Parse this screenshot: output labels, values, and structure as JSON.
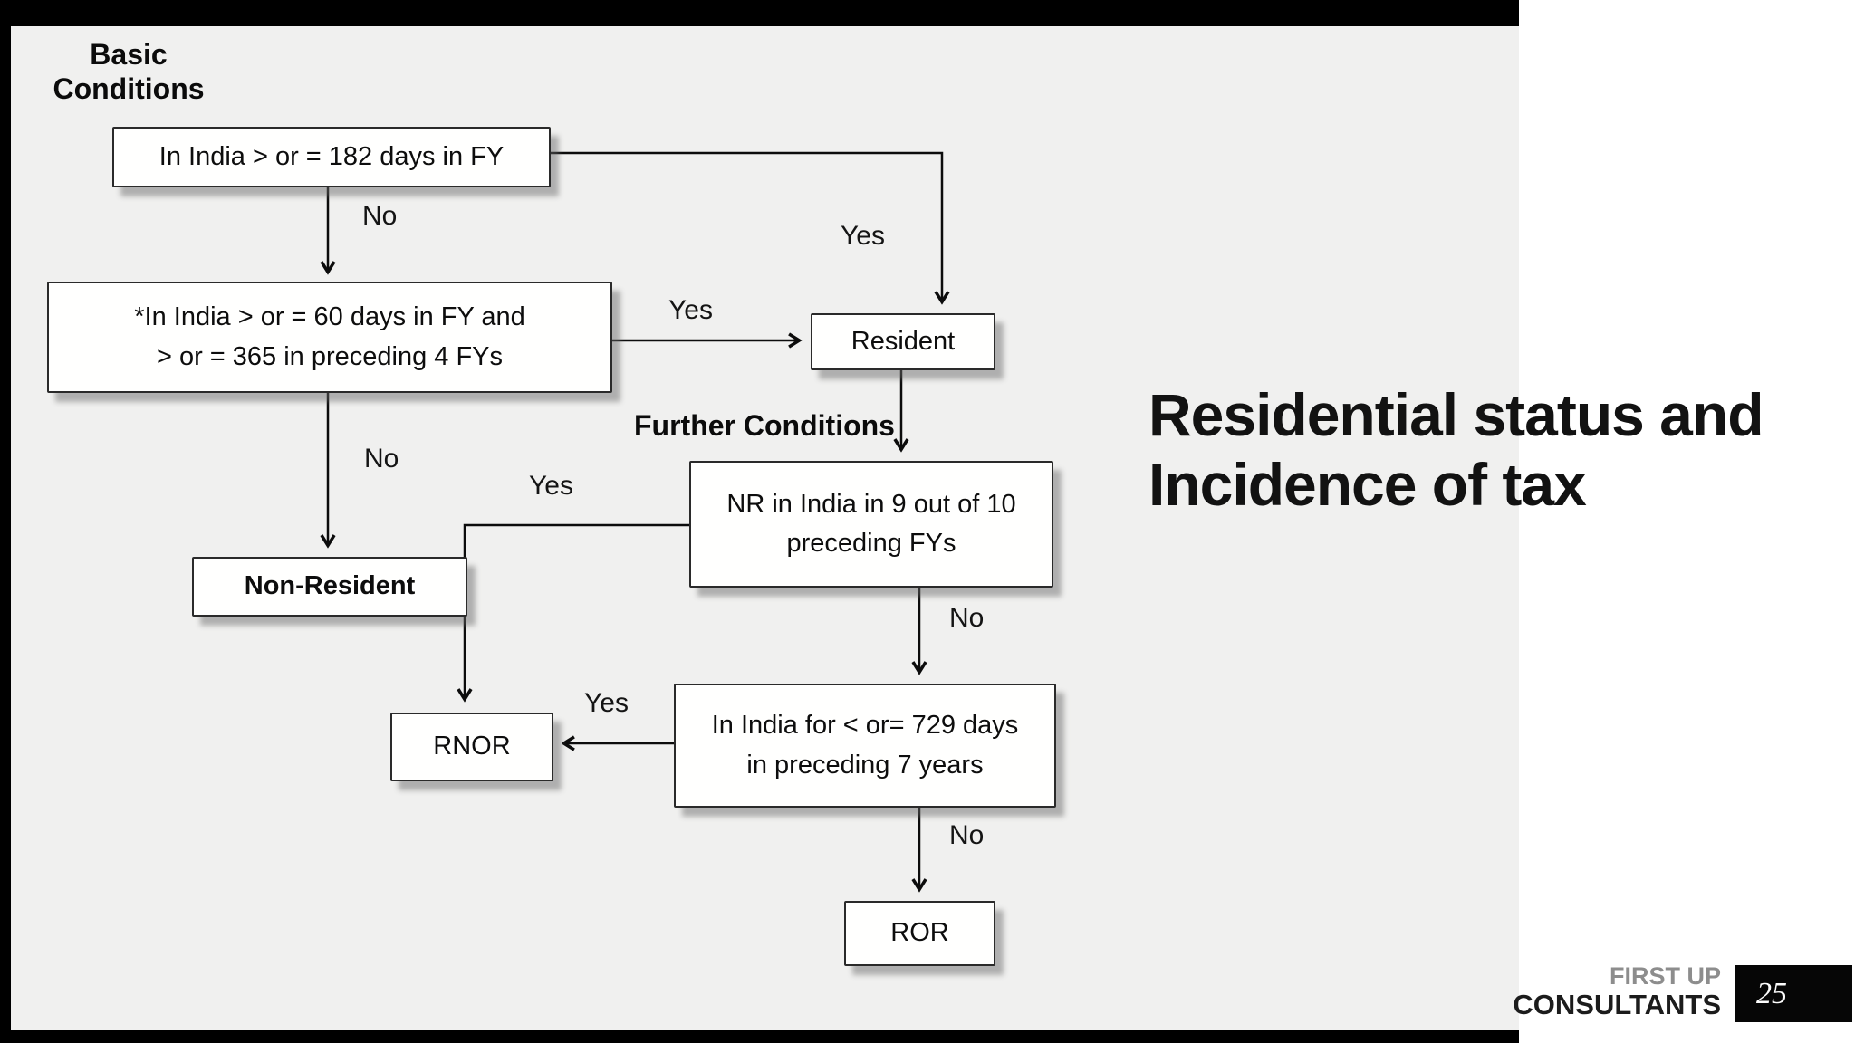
{
  "slide": {
    "title": "Residential status and Incidence of tax",
    "page_number": "25",
    "brand_line1": "FIRST UP",
    "brand_line2": "CONSULTANTS"
  },
  "colors": {
    "chart_background": "#f0f0ef",
    "frame_bars": "#000000",
    "node_fill": "#ffffff",
    "node_border": "#2a2a2a",
    "text": "#0d0d0d",
    "brand_gray": "#8d8d8d",
    "page_box": "#060606"
  },
  "flowchart": {
    "heading_basic": "Basic Conditions",
    "heading_further": "Further Conditions",
    "nodes": [
      {
        "id": "days-182",
        "lines": [
          "In India > or = 182 days in FY"
        ]
      },
      {
        "id": "days-60-365",
        "lines": [
          "*In India > or = 60 days in FY and",
          "> or = 365 in preceding 4 FYs"
        ]
      },
      {
        "id": "resident",
        "lines": [
          "Resident"
        ]
      },
      {
        "id": "non-resident",
        "lines": [
          "Non-Resident"
        ]
      },
      {
        "id": "nr-9-of-10",
        "lines": [
          "NR in India in 9 out of 10",
          "preceding FYs"
        ]
      },
      {
        "id": "rnor",
        "lines": [
          "RNOR"
        ]
      },
      {
        "id": "days-729",
        "lines": [
          "In India for < or= 729 days",
          "in preceding 7 years"
        ]
      },
      {
        "id": "ror",
        "lines": [
          "ROR"
        ]
      }
    ],
    "edge_labels": [
      {
        "id": "e-182-no",
        "label": "No"
      },
      {
        "id": "e-182-yes",
        "label": "Yes"
      },
      {
        "id": "e-60-yes",
        "label": "Yes"
      },
      {
        "id": "e-60-no",
        "label": "No"
      },
      {
        "id": "e-nr-yes",
        "label": "Yes"
      },
      {
        "id": "e-nr-no",
        "label": "No"
      },
      {
        "id": "e-729-yes",
        "label": "Yes"
      },
      {
        "id": "e-729-no",
        "label": "No"
      }
    ]
  }
}
